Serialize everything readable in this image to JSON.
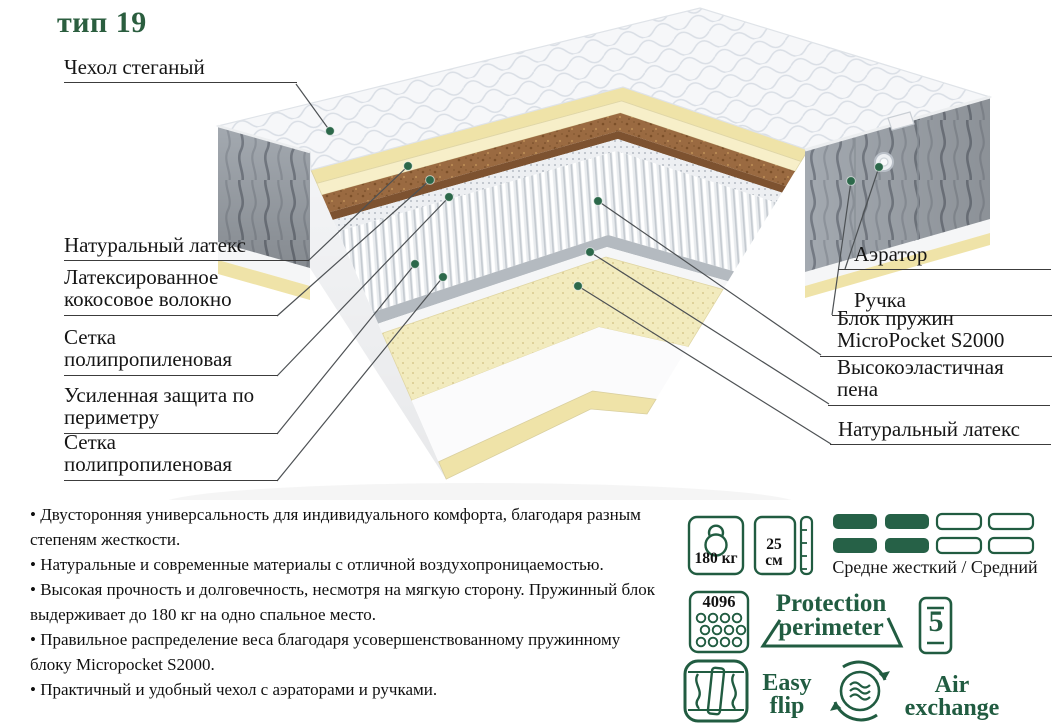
{
  "title": "тип 19",
  "labels_left": [
    "Чехол стеганый",
    "Натуральный латекс",
    "Латексированное кокосовое волокно",
    "Сетка полипропиленовая",
    "Усиленная защита по периметру",
    "Сетка полипропиленовая"
  ],
  "labels_right": [
    "Аэратор",
    "Ручка",
    "Блок пружин MicroPocket S2000",
    "Высокоэластичная пена",
    "Натуральный латекс"
  ],
  "features": [
    "• Двусторонняя универсальность для индивидуального комфорта, благодаря разным степеням жесткости.",
    "• Натуральные и современные материалы с отличной воздухопроницаемостью.",
    "• Высокая прочность и долговечность, несмотря на мягкую сторону. Пружинный блок выдерживает до 180 кг на одно спальное место.",
    "• Правильное распределение веса благодаря усовершенствованному пружинному блоку Micropocket S2000.",
    "• Практичный и удобный чехол с аэраторами и ручками."
  ],
  "specs": {
    "max_weight": "180 кг",
    "height_value": "25",
    "height_unit": "см",
    "firmness": "Средне жесткий / Средний",
    "springs_count": "4096",
    "protection_word1": "Protection",
    "protection_word2": "perimeter",
    "zones": "5",
    "flip_word1": "Easy",
    "flip_word2": "flip",
    "air_word1": "Air",
    "air_word2": "exchange"
  },
  "colors": {
    "brand_green": "#215C41",
    "label_text": "#151515",
    "latex_cream": "#efe3a8",
    "coconut_brown": "#9a6a41"
  }
}
